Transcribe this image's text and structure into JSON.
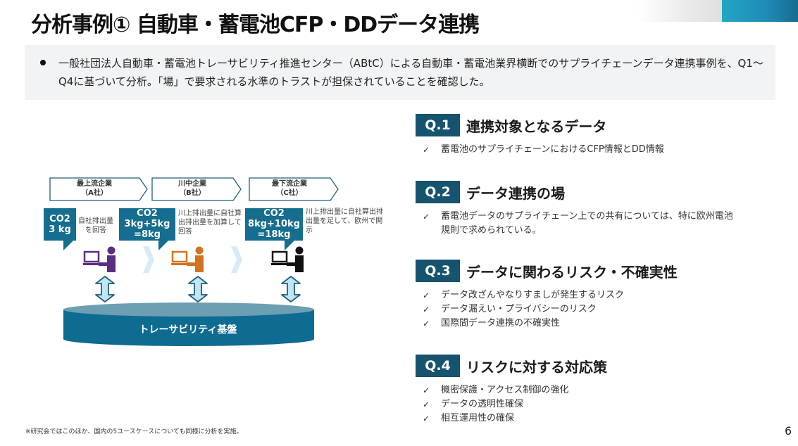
{
  "header": {
    "title": "分析事例① 自動車・蓄電池CFP・DDデータ連携"
  },
  "summary": {
    "text": "一般社団法人自動車・蓄電池トレーサビリティ推進センター（ABtC）による自動車・蓄電池業界横断でのサプライチェーンデータ連携事例を、Q1～Q4に基づいて分析。「場」で要求される水準のトラストが担保されていることを確認した。"
  },
  "diagram": {
    "companies": [
      {
        "name": "最上流企業",
        "sub": "（A社）",
        "co2_line1": "CO2",
        "co2_line2": "3 kg",
        "co2_line3": "",
        "note": "自社排出量を回答",
        "person_color": "#5b2d82"
      },
      {
        "name": "川中企業",
        "sub": "（B社）",
        "co2_line1": "CO2",
        "co2_line2": "3kg+5kg",
        "co2_line3": "=8kg",
        "note": "川上排出量に自社算出排出量を加算して回答",
        "person_color": "#d4731f"
      },
      {
        "name": "最下流企業",
        "sub": "（C社）",
        "co2_line1": "CO2",
        "co2_line2": "8kg+10kg",
        "co2_line3": "=18kg",
        "note": "川上排出量に自社算出排出量を足して、欧州で開示",
        "person_color": "#111111"
      }
    ],
    "platform_label": "トレーサビリティ基盤",
    "colors": {
      "bubble": "#156d8f",
      "platform": "#0e6b91",
      "platform_top": "#6c9fb2",
      "arrow_fill": "#bfe6f5",
      "arrow_stroke": "#1f5f7a",
      "chevron": "#d6ebf5"
    }
  },
  "questions": [
    {
      "badge": "Q.1",
      "title": "連携対象となるデータ",
      "items": [
        "蓄電池のサプライチェーンにおけるCFP情報とDD情報"
      ]
    },
    {
      "badge": "Q.2",
      "title": "データ連携の場",
      "items": [
        "蓄電池データのサプライチェーン上での共有については、特に欧州電池規則で求められている。"
      ]
    },
    {
      "badge": "Q.3",
      "title": "データに関わるリスク・不確実性",
      "items": [
        "データ改ざんやなりすましが発生するリスク",
        "データ漏えい・プライバシーのリスク",
        "国際間データ連携の不確実性"
      ]
    },
    {
      "badge": "Q.4",
      "title": "リスクに対する対応策",
      "items": [
        "機密保護・アクセス制御の強化",
        "データの透明性確保",
        "相互運用性の確保"
      ]
    }
  ],
  "check_glyph": "✓",
  "footnote": "※研究会ではこのほか、国内の5ユースケースについても同様に分析を実施。",
  "page_number": "6"
}
